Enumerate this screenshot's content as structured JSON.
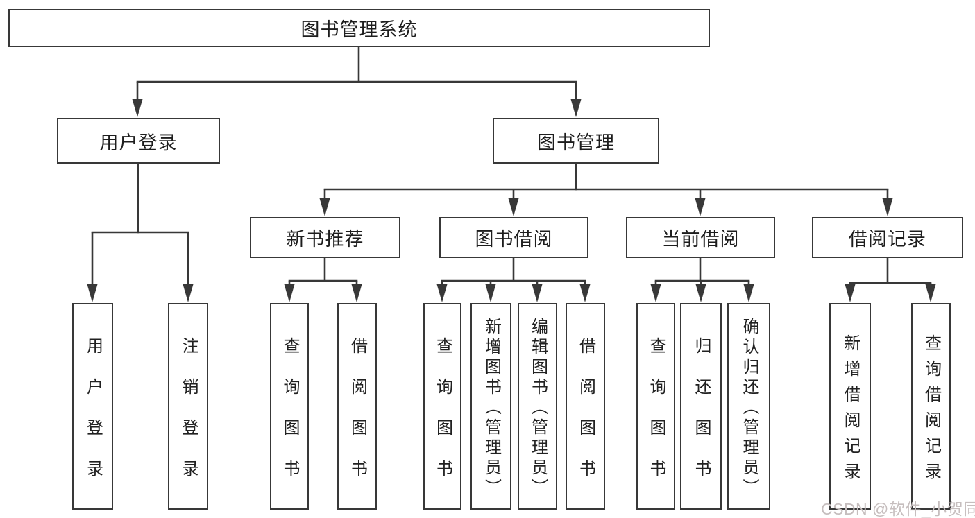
{
  "tree": {
    "label": "图书管理系统",
    "children": [
      {
        "label": "用户登录",
        "children": [
          {
            "label": "用户登录"
          },
          {
            "label": "注销登录"
          }
        ]
      },
      {
        "label": "图书管理",
        "children": [
          {
            "label": "新书推荐",
            "children": [
              {
                "label": "查询图书"
              },
              {
                "label": "借阅图书"
              }
            ]
          },
          {
            "label": "图书借阅",
            "children": [
              {
                "label": "查询图书"
              },
              {
                "label": "新增图书（管理员）"
              },
              {
                "label": "编辑图书（管理员）"
              },
              {
                "label": "借阅图书"
              }
            ]
          },
          {
            "label": "当前借阅",
            "children": [
              {
                "label": "查询图书"
              },
              {
                "label": "归还图书"
              },
              {
                "label": "确认归还（管理员）"
              }
            ]
          },
          {
            "label": "借阅记录",
            "children": [
              {
                "label": "新增借阅记录"
              },
              {
                "label": "查询借阅记录"
              }
            ]
          }
        ]
      }
    ]
  },
  "watermark": {
    "text": "CSDN @软件_小贺同学"
  },
  "colors": {
    "line": "#383838",
    "box_border": "#383838",
    "text": "#212121",
    "watermark": "#c6bebe",
    "background": "#ffffff"
  }
}
